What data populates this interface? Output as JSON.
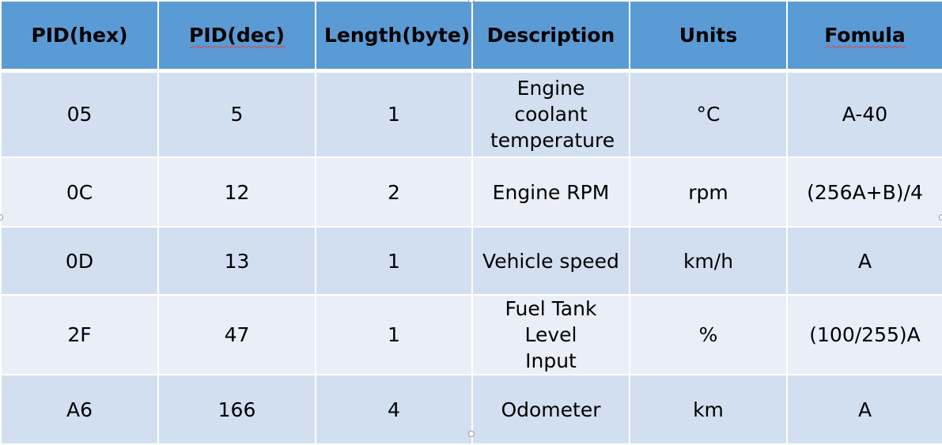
{
  "table": {
    "headers": [
      {
        "text": "PID(hex)"
      },
      {
        "text": "PID(dec)"
      },
      {
        "text": "Length(byte)"
      },
      {
        "text": "Description"
      },
      {
        "text": "Units"
      },
      {
        "text": "Fomula"
      }
    ],
    "rows": [
      {
        "pid_hex": "05",
        "pid_dec": "5",
        "length": "1",
        "description": "Engine coolant temperature",
        "units": "°C",
        "formula": "A-40"
      },
      {
        "pid_hex": "0C",
        "pid_dec": "12",
        "length": "2",
        "description": "Engine RPM",
        "units": "rpm",
        "formula": "(256A+B)/4"
      },
      {
        "pid_hex": "0D",
        "pid_dec": "13",
        "length": "1",
        "description": "Vehicle speed",
        "units": "km/h",
        "formula": "A"
      },
      {
        "pid_hex": "2F",
        "pid_dec": "47",
        "length": "1",
        "description": "Fuel Tank Level Input",
        "units": "%",
        "formula": "(100/255)A"
      },
      {
        "pid_hex": "A6",
        "pid_dec": "166",
        "length": "4",
        "description": "Odometer",
        "units": "km",
        "formula": "A"
      }
    ]
  },
  "colors": {
    "header_bg": "#5b9bd5",
    "row_odd_bg": "#d2dff0",
    "row_even_bg": "#e9eef7",
    "spellcheck_underline": "#e0443e"
  }
}
